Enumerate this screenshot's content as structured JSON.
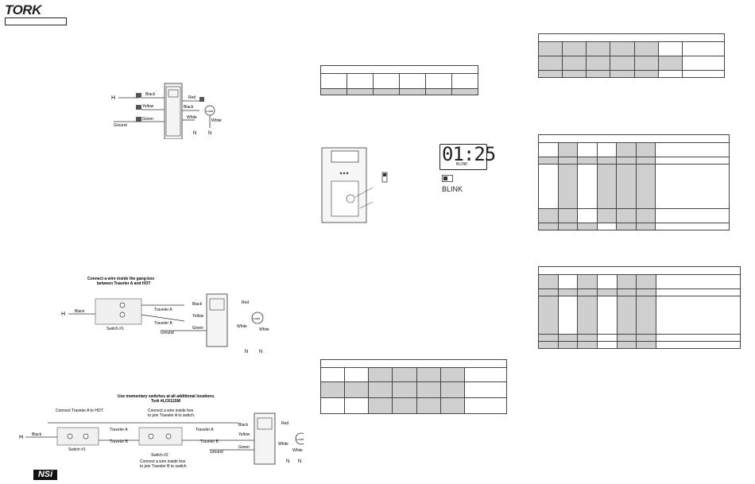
{
  "brand": {
    "logo_text": "TORK",
    "footer_logo": "NSi"
  },
  "diagram1": {
    "h": "H",
    "ground": "Ground",
    "n1": "N",
    "n2": "N",
    "wires": {
      "black": "Black",
      "yellow": "Yellow",
      "green": "Green",
      "red": "Red",
      "white1": "White",
      "white2": "White"
    },
    "load": "Load"
  },
  "diagram2": {
    "note": "Connect a wire inside the gang-box",
    "note2": "between Traveler A and HOT",
    "h": "H",
    "black_in": "Black",
    "switch": "Switch #1",
    "traveler_a": "Traveler A",
    "traveler_b": "Traveler B",
    "ground": "Ground",
    "n1": "N",
    "n2": "N",
    "wires": {
      "black": "Black",
      "yellow": "Yellow",
      "green": "Green",
      "red": "Red",
      "white1": "White",
      "white2": "White"
    },
    "load": "Load"
  },
  "diagram3": {
    "note_top": "Use momentary switches at all additional locations.",
    "note_top2": "Tork #LC611SM",
    "connect_a": "Connect Traveler A to HOT",
    "connect_box": "Connect a wire inside box",
    "connect_box2": "to join Traveler A to switch.",
    "connect_box_b": "Connect a wire inside box",
    "connect_box_b2": "to join Traveler B to switch.",
    "h": "H",
    "black_in": "Black",
    "switch1": "Switch #1",
    "switch2": "Switch #2",
    "traveler_a1": "Traveler A",
    "traveler_b1": "Traveler B",
    "traveler_a2": "Traveler A",
    "traveler_b2": "Traveler B",
    "ground": "Ground",
    "n1": "N",
    "n2": "N",
    "wires": {
      "black": "Black",
      "yellow": "Yellow",
      "green": "Green",
      "red": "Red",
      "white1": "White",
      "white2": "White"
    },
    "load": "Load"
  },
  "display": {
    "digits": "01:25",
    "blink_small": "BLINK",
    "blink_large": "BLINK"
  }
}
